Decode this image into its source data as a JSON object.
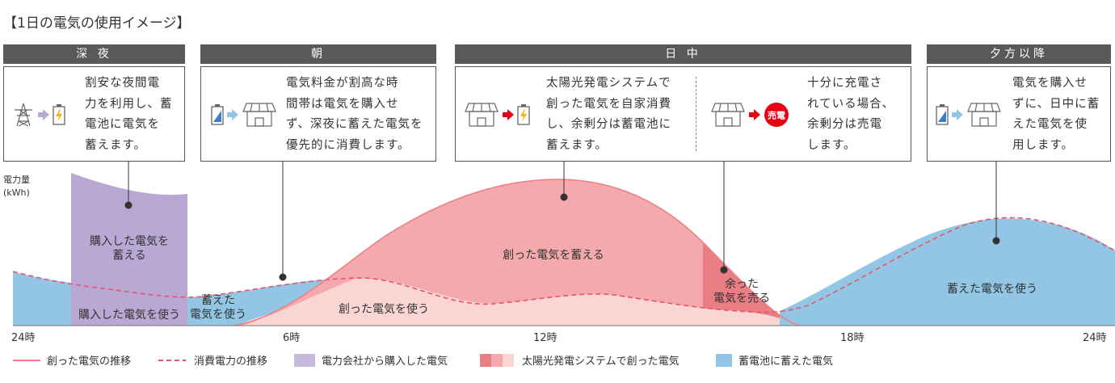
{
  "page_title": "【1日の電気の使用イメージ】",
  "periods": [
    {
      "label": "深 夜",
      "description": "割安な夜間電\n力を利用し、蓄\n電池に電気を\n蓄えます。",
      "icons": [
        "power-tower-icon",
        "arrow-right-icon",
        "battery-charging-icon"
      ]
    },
    {
      "label": "朝",
      "description": "電気料金が割高な時\n間帯は電気を購入せ\nず、深夜に蓄えた電気を\n優先的に消費します。",
      "icons": [
        "battery-icon",
        "arrow-right-icon",
        "house-icon"
      ]
    },
    {
      "label": "日 中",
      "description_left": "太陽光発電システムで\n創った電気を自家消費\nし、余剰分は蓄電池に\n蓄えます。",
      "description_right": "十分に充電さ\nれている場合、\n余剰分は売電\nします。",
      "icons_left": [
        "solar-house-icon",
        "arrow-right-icon",
        "battery-charging-icon"
      ],
      "icons_right": [
        "solar-house-icon",
        "arrow-right-icon",
        "sell-badge-icon"
      ],
      "sell_badge": "売電"
    },
    {
      "label": "夕方以降",
      "description": "電気を購入せ\nずに、日中に蓄\nえた電気を使\n用します。",
      "icons": [
        "battery-icon",
        "arrow-right-icon",
        "house-icon"
      ]
    }
  ],
  "chart_data": {
    "type": "area",
    "ylabel": "電力量\n(kWh)",
    "x_ticks": [
      "24時",
      "6時",
      "12時",
      "18時",
      "24時"
    ],
    "x_range": [
      0,
      24
    ],
    "area_labels": {
      "purchased_store": "購入した電気を\n蓄える",
      "purchased_use": "購入した電気を使う",
      "stored_use_morning": "蓄えた\n電気を使う",
      "generated_use": "創った電気を使う",
      "generated_store": "創った電気を蓄える",
      "surplus_sell": "余った\n電気を売る",
      "stored_use_evening": "蓄えた電気を使う"
    }
  },
  "legend": [
    {
      "type": "line-solid",
      "label": "創った電気の推移",
      "color": "#ef7f85"
    },
    {
      "type": "line-dashed",
      "label": "消費電力の推移",
      "color": "#e8556a"
    },
    {
      "type": "swatch",
      "label": "電力会社から購入した電気",
      "colors": [
        "#c6b9dc"
      ]
    },
    {
      "type": "swatch",
      "label": "太陽光発電システムで創った電気",
      "colors": [
        "#e97d84",
        "#f4a9ac",
        "#fbd5d3"
      ]
    },
    {
      "type": "swatch",
      "label": "蓄電池に蓄えた電気",
      "colors": [
        "#92c6e4"
      ]
    }
  ],
  "colors": {
    "header_bg": "#595959",
    "purchased": "#b9a8d3",
    "purchased_light": "#e3dbee",
    "generated_dark": "#e97d84",
    "generated_mid": "#f4a9ac",
    "generated_light": "#fbd5d3",
    "stored": "#92c6e4",
    "accent_red": "#e60012"
  }
}
